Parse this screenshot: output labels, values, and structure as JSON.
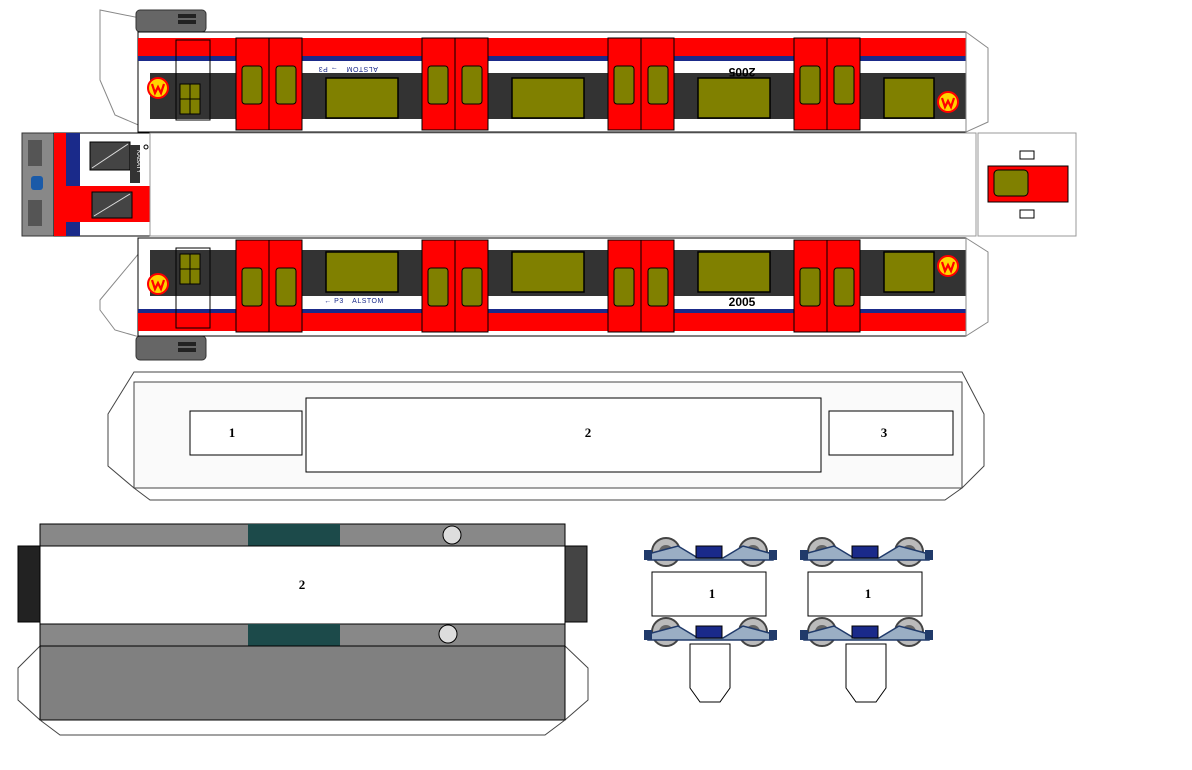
{
  "sheet": {
    "colors": {
      "red": "#ff0000",
      "dark": "#333333",
      "blue": "#1a2a8a",
      "window": "#808000",
      "grey": "#808080",
      "teal": "#1c4a4a",
      "white": "#ffffff"
    },
    "car_side_top": {
      "number": "2005",
      "brand": "ALSTOM",
      "sign": "→ P3"
    },
    "front_end": {
      "destination": "KABATY"
    },
    "car_side_bottom": {
      "number": "2005",
      "brand": "ALSTOM",
      "sign": "← P3"
    },
    "roof_part": {
      "labels": [
        "1",
        "2",
        "3"
      ]
    },
    "underframe_part": {
      "label": "2"
    },
    "bogies": [
      {
        "label": "1"
      },
      {
        "label": "1"
      }
    ]
  }
}
